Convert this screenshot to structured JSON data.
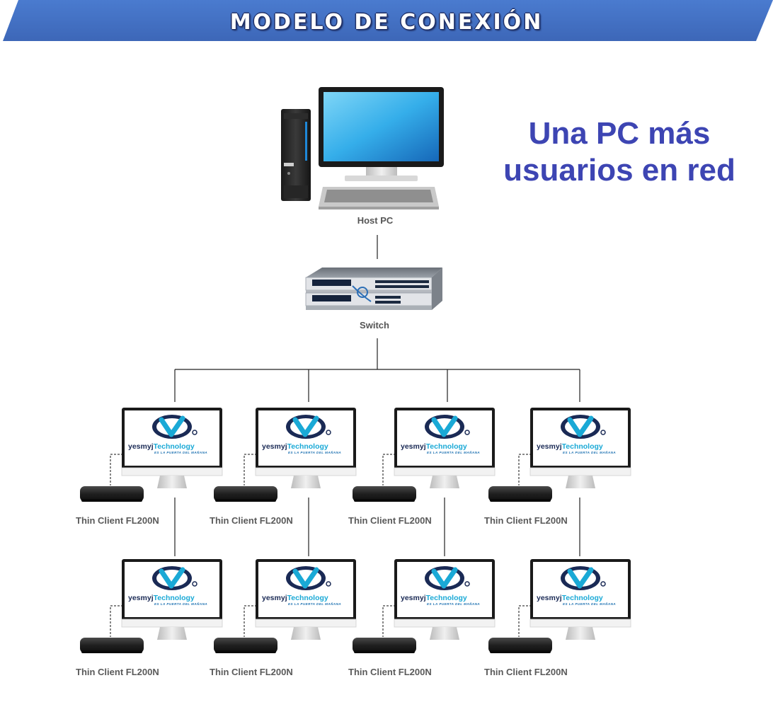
{
  "header": {
    "title": "MODELO DE CONEXIÓN",
    "color": "#4472c4"
  },
  "tagline": {
    "line1": "Una PC más",
    "line2": "usuarios en red",
    "color": "#3d45b3"
  },
  "host": {
    "label": "Host PC",
    "icon": "desktop-computer-icon"
  },
  "switch": {
    "label": "Switch",
    "icon": "network-switch-icon"
  },
  "brand": {
    "name_part1": "yesmyj",
    "name_part2": "Technology",
    "slogan": "ES LA PUERTA DEL MAÑANA"
  },
  "clients": [
    {
      "label": "Thin Client FL200N"
    },
    {
      "label": "Thin Client FL200N"
    },
    {
      "label": "Thin Client FL200N"
    },
    {
      "label": "Thin Client FL200N"
    },
    {
      "label": "Thin Client FL200N"
    },
    {
      "label": "Thin Client FL200N"
    },
    {
      "label": "Thin Client FL200N"
    },
    {
      "label": "Thin Client FL200N"
    }
  ]
}
